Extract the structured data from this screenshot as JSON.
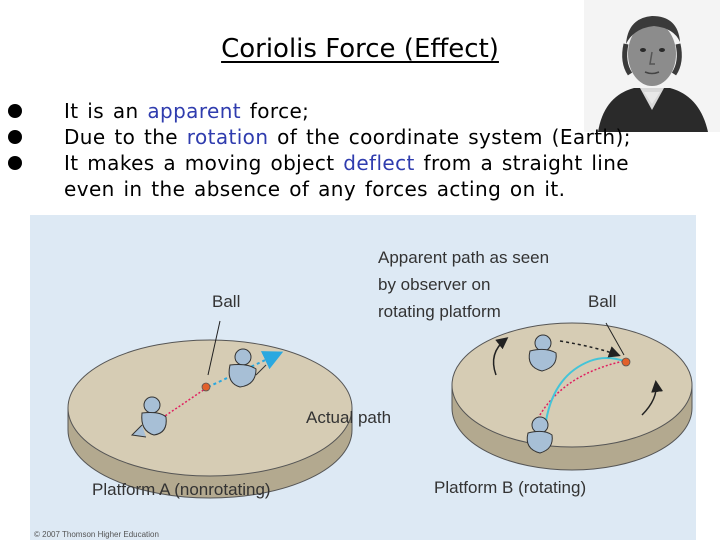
{
  "slide": {
    "title": "Coriolis Force (Effect)",
    "bullets": [
      {
        "pre": "It is an ",
        "hl": "apparent",
        "post": " force;"
      },
      {
        "pre": "Due to the ",
        "hl": "rotation",
        "post": " of the coordinate system (Earth);"
      },
      {
        "pre": "It makes a moving object ",
        "hl": "deflect",
        "post": " from a straight line"
      }
    ],
    "bullet3_cont": "even in the absence of any forces acting on it.",
    "highlight_color": "#2f3cae"
  },
  "figure": {
    "label_apparent_1": "Apparent path as seen",
    "label_apparent_2": "by observer on",
    "label_apparent_3": "rotating platform",
    "label_ball_a": "Ball",
    "label_ball_b": "Ball",
    "label_actual": "Actual path",
    "label_platform_a": "Platform A (nonrotating)",
    "label_platform_b": "Platform B (rotating)",
    "credit": "© 2007 Thomson Higher Education",
    "background_color": "#dde9f4",
    "platform_color": "#d6ccb4",
    "observer_color": "#a7bfd6",
    "actual_path_color": "#e02060",
    "apparent_path_color": "#44c4d8"
  },
  "portrait": {
    "icon": "person-portrait"
  }
}
